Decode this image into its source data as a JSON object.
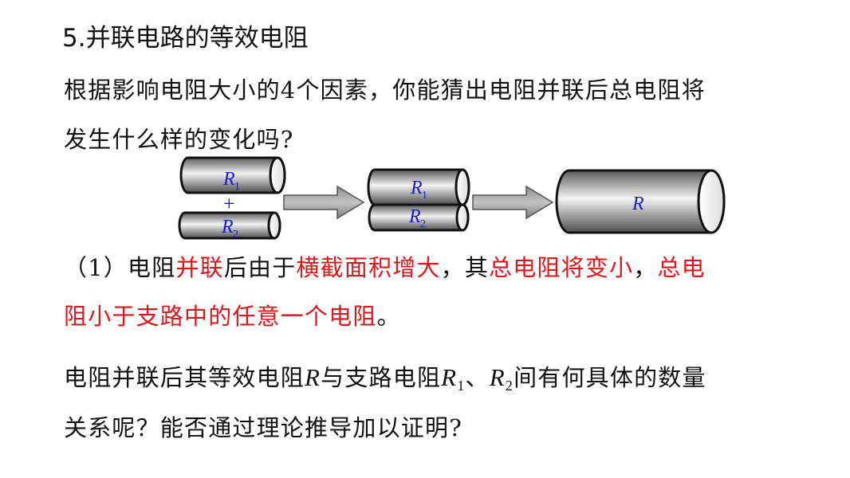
{
  "slide": {
    "title": "5.并联电路的等效电阻",
    "question": {
      "line1": "根据影响电阻大小的4个因素，你能猜出电阻并联后总电阻将",
      "line2": "发生什么样的变化吗?"
    },
    "diagram": {
      "r1_label": "R",
      "r1_sub": "1",
      "plus": "+",
      "r2_label": "R",
      "r2_sub": "2",
      "r_label": "R"
    },
    "conclusion": {
      "prefix": "（1）电阻",
      "red1": "并联",
      "mid1": "后由于",
      "red2": "横截面积增大",
      "mid2": "，其",
      "red3": "总电阻将变小",
      "mid3": "，",
      "red4": "总电",
      "red5": "阻小于支路中的任意一个电阻",
      "end": "。"
    },
    "relation": {
      "part1": "电阻并联后其等效电阻",
      "R": "R",
      "part2": "与支路电阻",
      "R1": "R",
      "R1_sub": "1",
      "sep": "、",
      "R2": "R",
      "R2_sub": "2",
      "part3": "间有何具体的数量",
      "line2": "关系呢？能否通过理论推导加以证明?"
    }
  },
  "colors": {
    "highlight": "#e0141b",
    "label": "#1a1ad0"
  }
}
